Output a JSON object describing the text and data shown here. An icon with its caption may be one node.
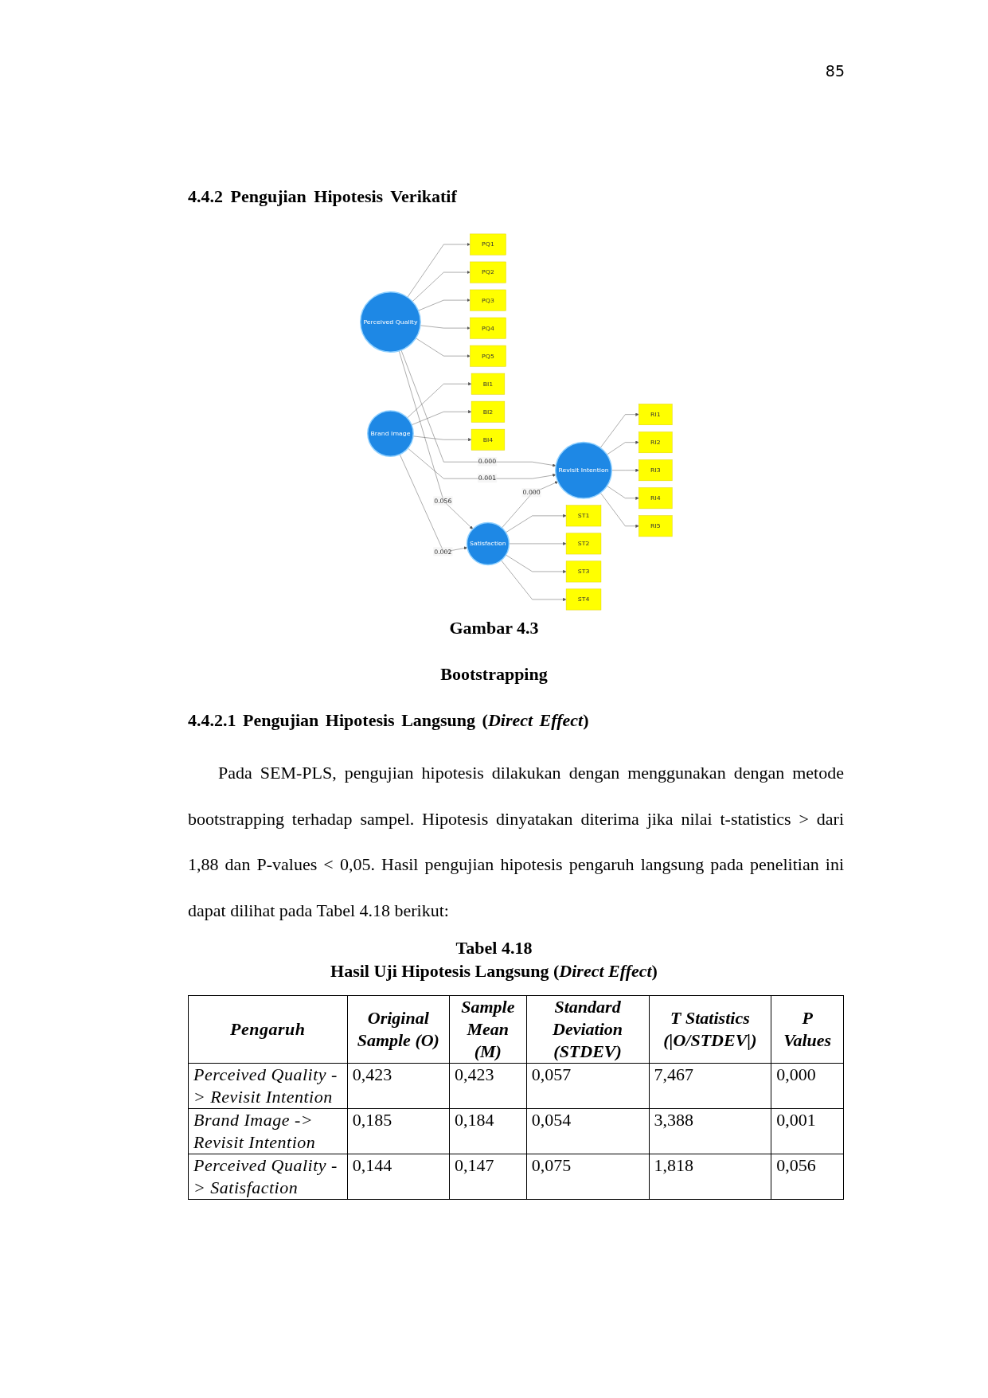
{
  "diagram": {
    "nodes": [
      {
        "text": [
          "PQ1"
        ]
      },
      {
        "text": [
          "PQ2"
        ]
      },
      {
        "text": [
          "PQ3"
        ]
      },
      {
        "text": [
          "PQ4"
        ]
      },
      {
        "text": [
          "PQ5"
        ]
      },
      {
        "text": [
          "Perceived Quality"
        ]
      },
      {
        "text": [
          "BI1"
        ]
      },
      {
        "text": [
          "BI2"
        ]
      },
      {
        "text": [
          "BI4"
        ]
      },
      {
        "text": [
          "Brand Image"
        ]
      },
      {
        "text": [
          "Revisit Intention"
        ]
      },
      {
        "text": [
          "RI1"
        ]
      },
      {
        "text": [
          "RI2"
        ]
      },
      {
        "text": [
          "RI3"
        ]
      },
      {
        "text": [
          "RI4"
        ]
      },
      {
        "text": [
          "RI5"
        ]
      },
      {
        "text": [
          "Satisfaction"
        ]
      },
      {
        "text": [
          "ST1"
        ]
      },
      {
        "text": [
          "ST2"
        ]
      },
      {
        "text": [
          "ST3"
        ]
      },
      {
        "text": [
          "ST4"
        ]
      }
    ],
    "edges": [
      {
        "from": 5,
        "to": 0,
        "arrow": "to"
      },
      {
        "from": 5,
        "to": 1,
        "arrow": "to"
      },
      {
        "from": 5,
        "to": 2,
        "arrow": "to"
      },
      {
        "from": 5,
        "to": 3,
        "arrow": "to"
      },
      {
        "from": 5,
        "to": 4,
        "arrow": "to"
      },
      {
        "from": 9,
        "to": 6,
        "arrow": "to"
      },
      {
        "from": 9,
        "to": 7,
        "arrow": "to"
      },
      {
        "from": 9,
        "to": 8,
        "arrow": "to"
      },
      {
        "from": 5,
        "to": 10,
        "arrow": "to",
        "label": "0.000"
      },
      {
        "from": 9,
        "to": 10,
        "arrow": "to",
        "label": "0.001"
      },
      {
        "from": 5,
        "to": 16,
        "arrow": "to",
        "label": "0.056"
      },
      {
        "from": 9,
        "to": 16,
        "arrow": "to",
        "label": "0.002"
      },
      {
        "from": 16,
        "to": 10,
        "arrow": "to",
        "label": "0.000"
      },
      {
        "from": 10,
        "to": 11,
        "arrow": "to"
      },
      {
        "from": 10,
        "to": 12,
        "arrow": "to"
      },
      {
        "from": 10,
        "to": 13,
        "arrow": "to"
      },
      {
        "from": 10,
        "to": 14,
        "arrow": "to"
      },
      {
        "from": 10,
        "to": 15,
        "arrow": "to"
      },
      {
        "from": 16,
        "to": 17,
        "arrow": "to"
      },
      {
        "from": 16,
        "to": 18,
        "arrow": "to"
      },
      {
        "from": 16,
        "to": 19,
        "arrow": "to"
      },
      {
        "from": 16,
        "to": 20,
        "arrow": "to"
      }
    ],
    "labels": [
      "85",
      "4.4.2 Pengujian Hipotesis Verikatif",
      "Gambar 4.3",
      "Bootstrapping",
      "4.4.2.1 Pengujian Hipotesis Langsung (*Direct Effect*)",
      "Pada SEM-PLS, pengujian hipotesis dilakukan dengan menggunakan dengan metode bootstrapping terhadap sampel. Hipotesis dinyatakan diterima jika nilai t-statistics > dari 1,88 dan P-values < 0,05. Hasil pengujian hipotesis pengaruh langsung pada penelitian ini dapat dilihat pada Tabel 4.18 berikut:",
      "Tabel 4.18",
      "Hasil Uji Hipotesis Langsung (*Direct Effect*)",
      "Pengaruh",
      "Original Sample (O)",
      "Sample Mean (M)",
      "Standard Deviation (STDEV)",
      "T Statistics (|O/STDEV|)",
      "P Values",
      "Perceived Quality -> Revisit Intention",
      "0,423",
      "0,423",
      "0,057",
      "7,467",
      "0,000",
      "Brand Image -> Revisit Intention",
      "0,185",
      "0,184",
      "0,054",
      "3,388",
      "0,001",
      "Perceived Quality -> Satisfaction",
      "0,144",
      "0,147",
      "0,075",
      "1,818",
      "0,056"
    ]
  }
}
